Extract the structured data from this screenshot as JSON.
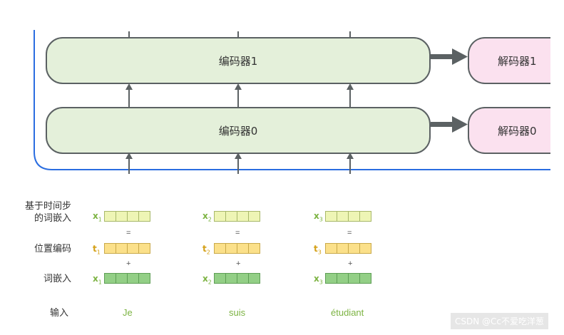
{
  "encoders": [
    {
      "label": "编码器1"
    },
    {
      "label": "编码器0"
    }
  ],
  "decoders": [
    {
      "label": "解码器1"
    },
    {
      "label": "解码器0"
    }
  ],
  "rows": {
    "time_embedding_label": [
      "基于时间步",
      "的词嵌入"
    ],
    "position_label": "位置编码",
    "embedding_label": "词嵌入",
    "input_label": "输入"
  },
  "tokens": [
    {
      "x_sym": "x",
      "t_sym": "t",
      "sub": "1",
      "word": "Je"
    },
    {
      "x_sym": "x",
      "t_sym": "t",
      "sub": "2",
      "word": "suis"
    },
    {
      "x_sym": "x",
      "t_sym": "t",
      "sub": "3",
      "word": "étudiant"
    }
  ],
  "operators": {
    "equals": "=",
    "plus": "+"
  },
  "colors": {
    "encoder_fill": "#e4f0da",
    "decoder_fill": "#fbe1ef",
    "border": "#5b6163",
    "stack_outline": "#2a6de0",
    "time_embed_cell": "#eef5b5",
    "position_cell": "#fbe08a",
    "embed_cell": "#93cf86",
    "x_symbol": "#7cb342",
    "t_symbol": "#d4a017"
  },
  "watermark": "CSDN @Cc不爱吃洋葱"
}
